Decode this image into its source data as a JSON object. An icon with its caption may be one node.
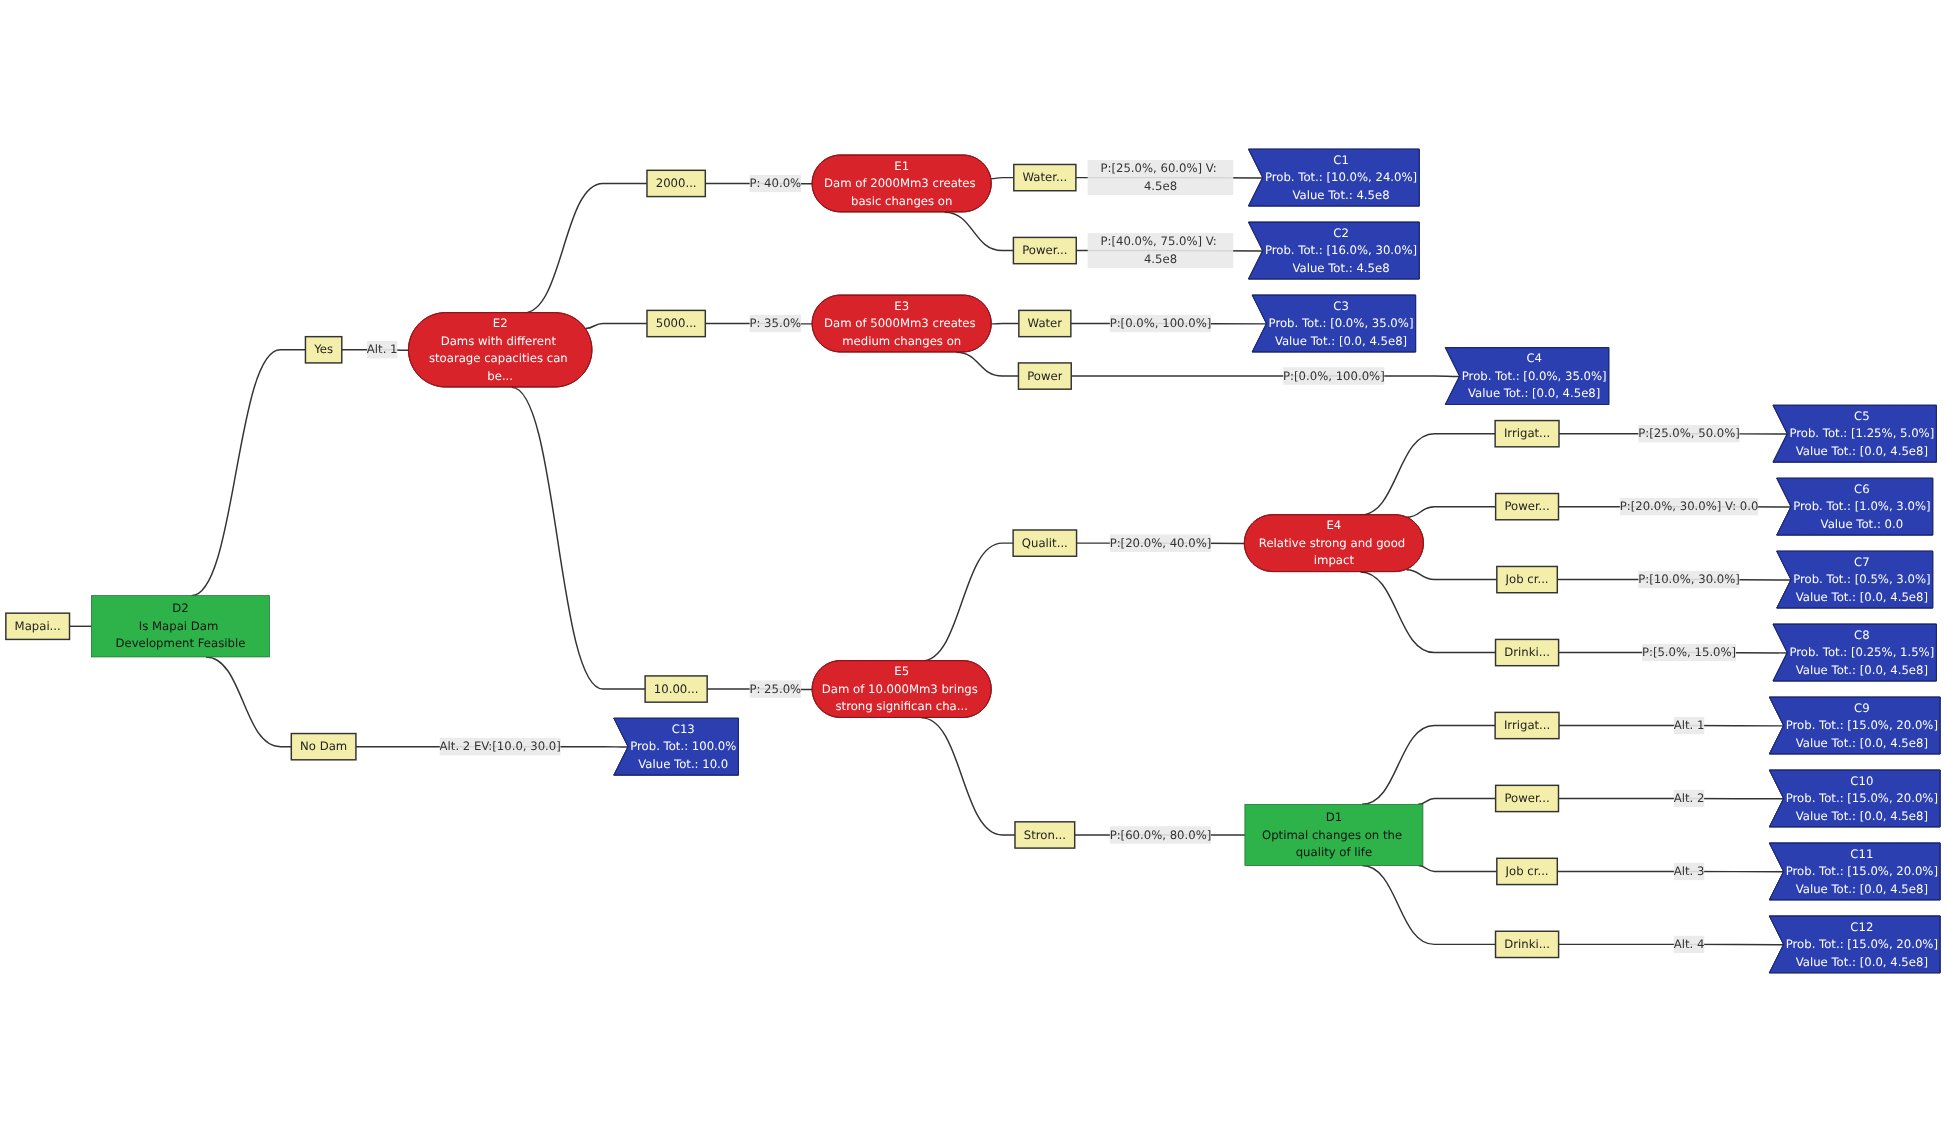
{
  "diagram": {
    "nodes": [
      {
        "text": [
          "Mapai..."
        ]
      },
      {
        "text": [
          "D2",
          "Is Mapai Dam Development Feasible"
        ]
      },
      {
        "text": [
          "Yes"
        ]
      },
      {
        "text": [
          "E2",
          "Dams with different stoarage capacities can be..."
        ]
      },
      {
        "text": [
          "2000..."
        ]
      },
      {
        "text": [
          "E1",
          "Dam of 2000Mm3 creates basic changes on"
        ]
      },
      {
        "text": [
          "Water..."
        ]
      },
      {
        "text": [
          "C1",
          "Prob. Tot.: [10.0%, 24.0%]",
          "Value Tot.: 4.5e8"
        ]
      },
      {
        "text": [
          "Power..."
        ]
      },
      {
        "text": [
          "C2",
          "Prob. Tot.: [16.0%, 30.0%]",
          "Value Tot.: 4.5e8"
        ]
      },
      {
        "text": [
          "5000..."
        ]
      },
      {
        "text": [
          "E3",
          "Dam of 5000Mm3 creates medium changes on"
        ]
      },
      {
        "text": [
          "Water"
        ]
      },
      {
        "text": [
          "C3",
          "Prob. Tot.: [0.0%, 35.0%]",
          "Value Tot.: [0.0, 4.5e8]"
        ]
      },
      {
        "text": [
          "Power"
        ]
      },
      {
        "text": [
          "C4",
          "Prob. Tot.: [0.0%, 35.0%]",
          "Value Tot.: [0.0, 4.5e8]"
        ]
      },
      {
        "text": [
          "10.00..."
        ]
      },
      {
        "text": [
          "E5",
          "Dam of 10.000Mm3 brings strong significan cha..."
        ]
      },
      {
        "text": [
          "Qualit..."
        ]
      },
      {
        "text": [
          "E4",
          "Relative strong and good impact"
        ]
      },
      {
        "text": [
          "Irrigat..."
        ]
      },
      {
        "text": [
          "C5",
          "Prob. Tot.: [1.25%, 5.0%]",
          "Value Tot.: [0.0, 4.5e8]"
        ]
      },
      {
        "text": [
          "Power..."
        ]
      },
      {
        "text": [
          "C6",
          "Prob. Tot.: [1.0%, 3.0%]",
          "Value Tot.: 0.0"
        ]
      },
      {
        "text": [
          "Job cr..."
        ]
      },
      {
        "text": [
          "C7",
          "Prob. Tot.: [0.5%, 3.0%]",
          "Value Tot.: [0.0, 4.5e8]"
        ]
      },
      {
        "text": [
          "Drinki..."
        ]
      },
      {
        "text": [
          "C8",
          "Prob. Tot.: [0.25%, 1.5%]",
          "Value Tot.: [0.0, 4.5e8]"
        ]
      },
      {
        "text": [
          "Stron..."
        ]
      },
      {
        "text": [
          "D1",
          "Optimal changes on the quality of life"
        ]
      },
      {
        "text": [
          "Irrigat..."
        ]
      },
      {
        "text": [
          "C9",
          "Prob. Tot.: [15.0%, 20.0%]",
          "Value Tot.: [0.0, 4.5e8]"
        ]
      },
      {
        "text": [
          "Power..."
        ]
      },
      {
        "text": [
          "C10",
          "Prob. Tot.: [15.0%, 20.0%]",
          "Value Tot.: [0.0, 4.5e8]"
        ]
      },
      {
        "text": [
          "Job cr..."
        ]
      },
      {
        "text": [
          "C11",
          "Prob. Tot.: [15.0%, 20.0%]",
          "Value Tot.: [0.0, 4.5e8]"
        ]
      },
      {
        "text": [
          "Drinki..."
        ]
      },
      {
        "text": [
          "C12",
          "Prob. Tot.: [15.0%, 20.0%]",
          "Value Tot.: [0.0, 4.5e8]"
        ]
      },
      {
        "text": [
          "No Dam"
        ]
      },
      {
        "text": [
          "C13",
          "Prob. Tot.: 100.0%",
          "Value Tot.: 10.0"
        ]
      }
    ],
    "edges": [
      {
        "from": 0,
        "to": 1,
        "arrow": "none"
      },
      {
        "from": 1,
        "to": 2,
        "arrow": "none"
      },
      {
        "from": 2,
        "to": 3,
        "arrow": "none",
        "label": "Alt. 1"
      },
      {
        "from": 3,
        "to": 4,
        "arrow": "none"
      },
      {
        "from": 4,
        "to": 5,
        "arrow": "none",
        "label": "P: 40.0%"
      },
      {
        "from": 5,
        "to": 6,
        "arrow": "none"
      },
      {
        "from": 6,
        "to": 7,
        "arrow": "none",
        "label": "P:[25.0%, 60.0%] V: 4.5e8"
      },
      {
        "from": 5,
        "to": 8,
        "arrow": "none"
      },
      {
        "from": 8,
        "to": 9,
        "arrow": "none",
        "label": "P:[40.0%, 75.0%] V: 4.5e8"
      },
      {
        "from": 3,
        "to": 10,
        "arrow": "none"
      },
      {
        "from": 10,
        "to": 11,
        "arrow": "none",
        "label": "P: 35.0%"
      },
      {
        "from": 11,
        "to": 12,
        "arrow": "none"
      },
      {
        "from": 12,
        "to": 13,
        "arrow": "none",
        "label": "P:[0.0%, 100.0%]"
      },
      {
        "from": 11,
        "to": 14,
        "arrow": "none"
      },
      {
        "from": 14,
        "to": 15,
        "arrow": "none",
        "label": "P:[0.0%, 100.0%]"
      },
      {
        "from": 3,
        "to": 16,
        "arrow": "none"
      },
      {
        "from": 16,
        "to": 17,
        "arrow": "none",
        "label": "P: 25.0%"
      },
      {
        "from": 17,
        "to": 18,
        "arrow": "none"
      },
      {
        "from": 18,
        "to": 19,
        "arrow": "none",
        "label": "P:[20.0%, 40.0%]"
      },
      {
        "from": 19,
        "to": 20,
        "arrow": "none"
      },
      {
        "from": 20,
        "to": 21,
        "arrow": "none",
        "label": "P:[25.0%, 50.0%]"
      },
      {
        "from": 19,
        "to": 22,
        "arrow": "none"
      },
      {
        "from": 22,
        "to": 23,
        "arrow": "none",
        "label": "P:[20.0%, 30.0%] V: 0.0"
      },
      {
        "from": 19,
        "to": 24,
        "arrow": "none"
      },
      {
        "from": 24,
        "to": 25,
        "arrow": "none",
        "label": "P:[10.0%, 30.0%]"
      },
      {
        "from": 19,
        "to": 26,
        "arrow": "none"
      },
      {
        "from": 26,
        "to": 27,
        "arrow": "none",
        "label": "P:[5.0%, 15.0%]"
      },
      {
        "from": 17,
        "to": 28,
        "arrow": "none"
      },
      {
        "from": 28,
        "to": 29,
        "arrow": "none",
        "label": "P:[60.0%, 80.0%]"
      },
      {
        "from": 29,
        "to": 30,
        "arrow": "none"
      },
      {
        "from": 30,
        "to": 31,
        "arrow": "none",
        "label": "Alt. 1"
      },
      {
        "from": 29,
        "to": 32,
        "arrow": "none"
      },
      {
        "from": 32,
        "to": 33,
        "arrow": "none",
        "label": "Alt. 2"
      },
      {
        "from": 29,
        "to": 34,
        "arrow": "none"
      },
      {
        "from": 34,
        "to": 35,
        "arrow": "none",
        "label": "Alt. 3"
      },
      {
        "from": 29,
        "to": 36,
        "arrow": "none"
      },
      {
        "from": 36,
        "to": 37,
        "arrow": "none",
        "label": "Alt. 4"
      },
      {
        "from": 1,
        "to": 38,
        "arrow": "none"
      },
      {
        "from": 38,
        "to": 39,
        "arrow": "none",
        "label": "Alt. 2 EV:[10.0, 30.0]"
      }
    ]
  }
}
